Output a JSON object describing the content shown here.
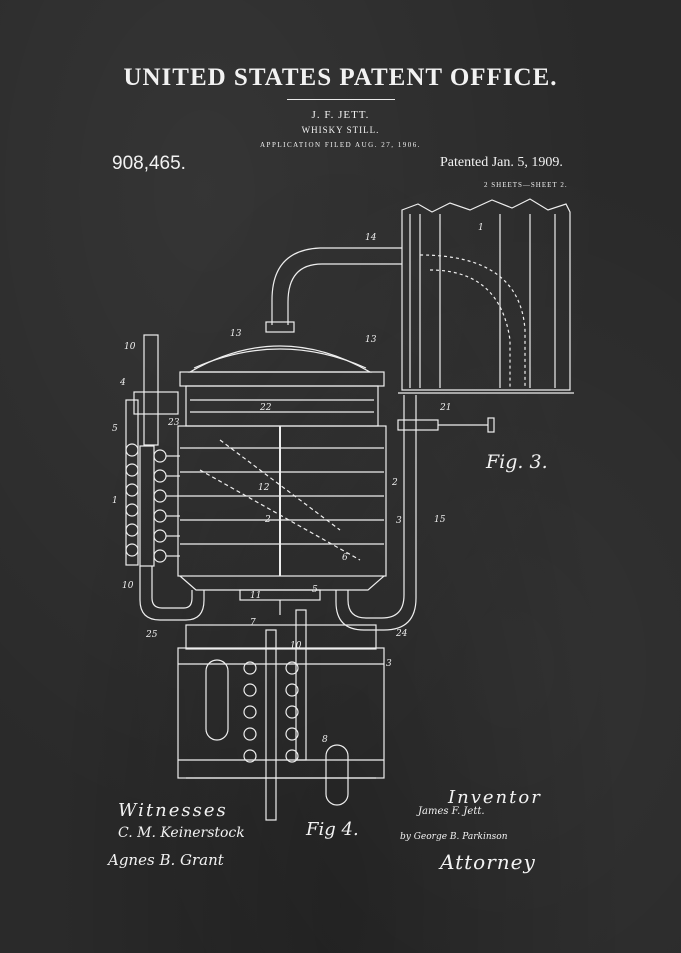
{
  "header": {
    "office": "UNITED STATES PATENT OFFICE.",
    "inventor": "J. F. JETT.",
    "invention": "WHISKY STILL.",
    "application": "APPLICATION FILED AUG. 27, 1906.",
    "patent_number": "908,465.",
    "patented": "Patented Jan. 5, 1909.",
    "sheets": "2 SHEETS—SHEET 2."
  },
  "figures": {
    "fig3": "Fig. 3.",
    "fig4": "Fig 4."
  },
  "footer": {
    "witnesses_label": "Witnesses",
    "witness1": "C. M. Keinerstock",
    "witness2": "Agnes B. Grant",
    "inventor_label": "Inventor",
    "inventor_signature": "James F. Jett.",
    "attorney_by": "by George B. Parkinson",
    "attorney_label": "Attorney"
  },
  "reference_numerals": [
    "14",
    "1",
    "13",
    "13",
    "10",
    "4",
    "5",
    "1",
    "22",
    "23",
    "21",
    "2",
    "3",
    "15",
    "12",
    "2",
    "6",
    "10",
    "11",
    "5",
    "25",
    "24",
    "7",
    "10",
    "3",
    "8"
  ],
  "colors": {
    "background": "#2a2a2a",
    "ink": "#f2f2f2"
  }
}
